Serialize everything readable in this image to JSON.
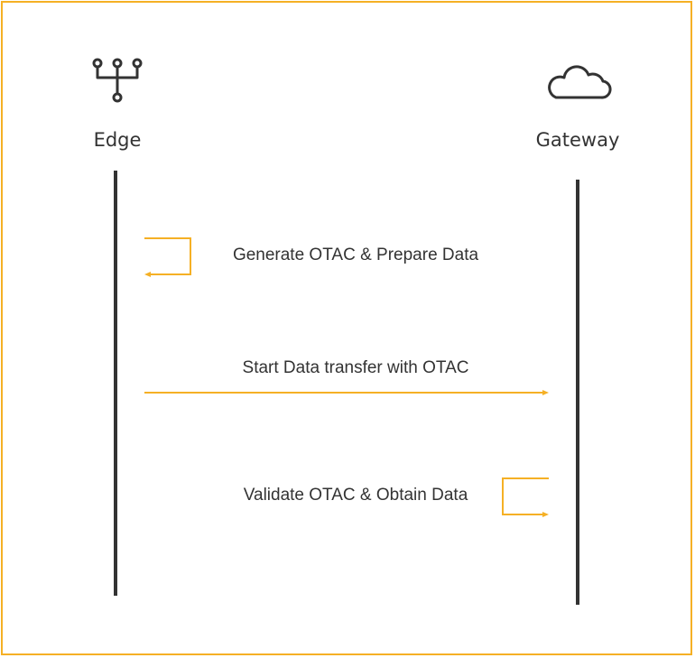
{
  "participants": {
    "edge": {
      "label": "Edge",
      "icon": "network-fork-icon"
    },
    "gateway": {
      "label": "Gateway",
      "icon": "cloud-icon"
    }
  },
  "messages": [
    {
      "label": "Generate OTAC & Prepare Data",
      "from": "Edge",
      "to": "Edge",
      "type": "self"
    },
    {
      "label": "Start Data transfer with OTAC",
      "from": "Edge",
      "to": "Gateway",
      "type": "arrow"
    },
    {
      "label": "Validate OTAC & Obtain Data",
      "from": "Gateway",
      "to": "Gateway",
      "type": "self"
    }
  ],
  "colors": {
    "frame": "#f5b025",
    "arrow": "#f5b025",
    "lifeline": "#333333",
    "text": "#333333"
  }
}
